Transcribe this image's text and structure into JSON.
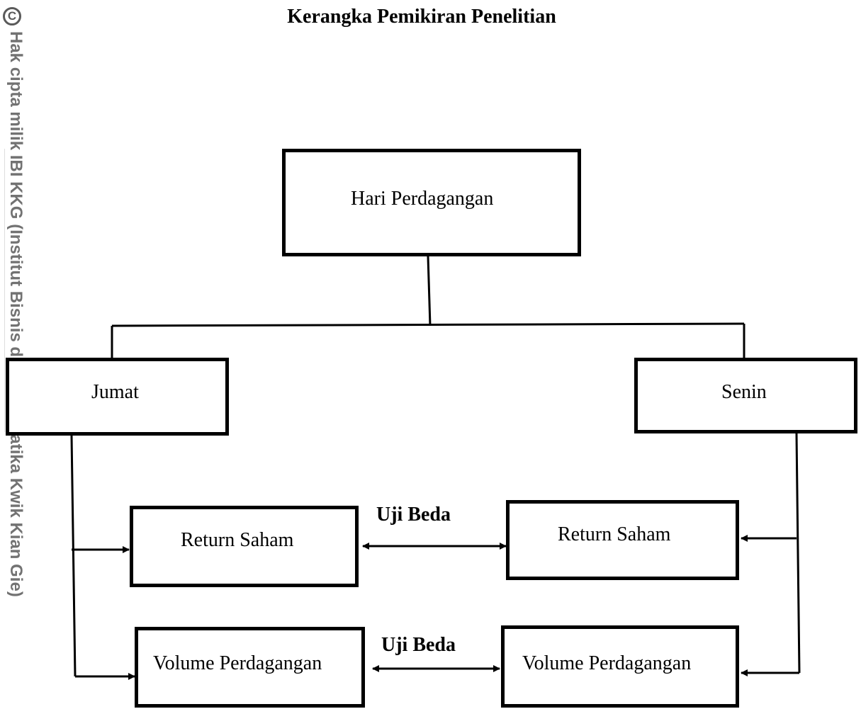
{
  "title": "Kerangka Pemikiran Penelitian",
  "watermark": {
    "symbol": "C",
    "text": "Hak cipta milik IBI KKG (Institut Bisnis dan Informatika Kwik Kian Gie)"
  },
  "nodes": {
    "hari": "Hari Perdagangan",
    "jumat": "Jumat",
    "senin": "Senin",
    "return_left": "Return Saham",
    "return_right": "Return Saham",
    "volume_left": "Volume Perdagangan",
    "volume_right": "Volume Perdagangan"
  },
  "relations": {
    "uji_beda_top": "Uji Beda",
    "uji_beda_bottom": "Uji Beda"
  }
}
